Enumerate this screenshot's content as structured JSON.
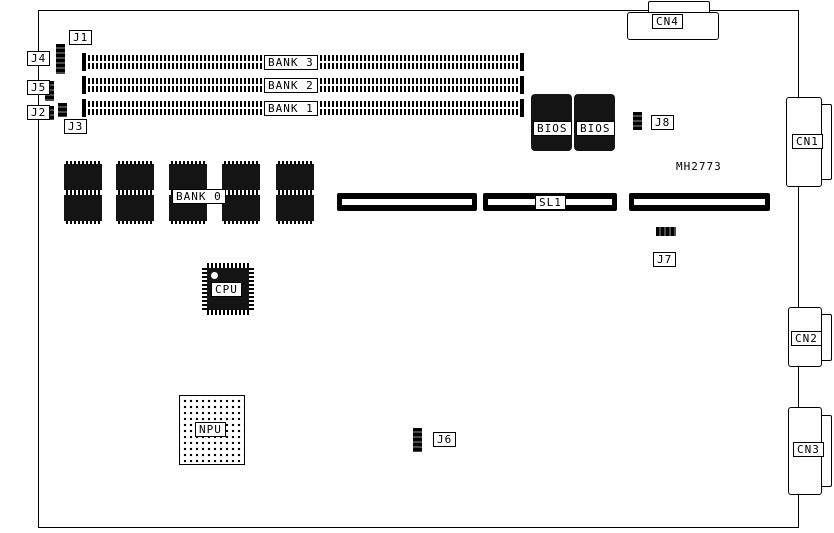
{
  "board": {
    "part_number": "MH2773"
  },
  "labels": {
    "j1": "J1",
    "j2": "J2",
    "j3": "J3",
    "j4": "J4",
    "j5": "J5",
    "j6": "J6",
    "j7": "J7",
    "j8": "J8",
    "bank0": "BANK 0",
    "bank1": "BANK 1",
    "bank2": "BANK 2",
    "bank3": "BANK 3",
    "bios": "BIOS",
    "cpu": "CPU",
    "npu": "NPU",
    "sl1": "SL1",
    "cn1": "CN1",
    "cn2": "CN2",
    "cn3": "CN3",
    "cn4": "CN4"
  },
  "colors": {
    "line": "#000000",
    "chip": "#141414",
    "background": "#ffffff"
  }
}
